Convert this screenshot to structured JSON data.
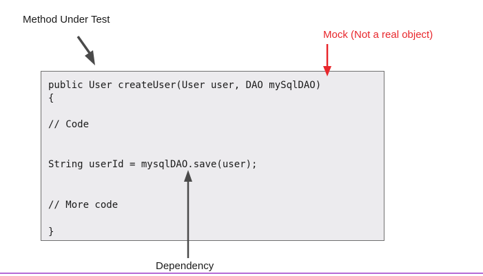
{
  "labels": {
    "method_under_test": "Method Under Test",
    "mock": "Mock (Not a real object)",
    "dependency": "Dependency"
  },
  "code": {
    "lines": [
      "public User createUser(User user, DAO mySqlDAO)",
      "{",
      "// Code",
      "String userId = mysqlDAO.save(user);",
      "// More code",
      "}"
    ]
  },
  "colors": {
    "mock_accent": "#e8262b",
    "arrow_dark": "#4a4a4a",
    "box_fill": "#ecebee",
    "box_border": "#6f6f6f",
    "bottom_rule": "#b56ad6"
  }
}
